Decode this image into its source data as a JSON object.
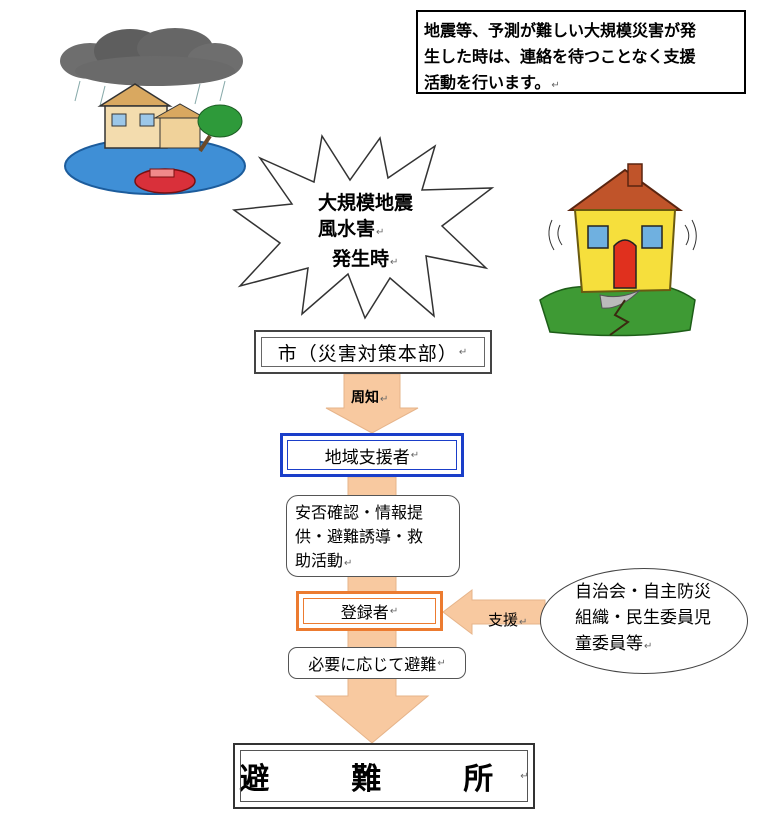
{
  "notice": {
    "lines": [
      "地震等、予測が難しい大規模災害が発",
      "生した時は、連絡を待つことなく支援",
      "活動を行います。"
    ]
  },
  "burst": {
    "lines": [
      "大規模地震",
      "風水害",
      "発生時"
    ]
  },
  "city": {
    "label": "市（災害対策本部）"
  },
  "arrow1": {
    "label": "周知"
  },
  "supporter": {
    "label": "地域支援者"
  },
  "actions": {
    "lines": [
      "安否確認・情報提",
      "供・避難誘導・救",
      "助活動"
    ]
  },
  "registrant": {
    "label": "登録者"
  },
  "support_arrow": {
    "label": "支援"
  },
  "organizations": {
    "lines": [
      "自治会・自主防災",
      "組織・民生委員児",
      "童委員等"
    ]
  },
  "evacuate": {
    "label": "必要に応じて避難"
  },
  "shelter": {
    "label": "避　難　所"
  },
  "colors": {
    "arrow_fill": "#f8c9a0",
    "supporter_border": "#1a3ec9",
    "registrant_border": "#ec7b30"
  }
}
